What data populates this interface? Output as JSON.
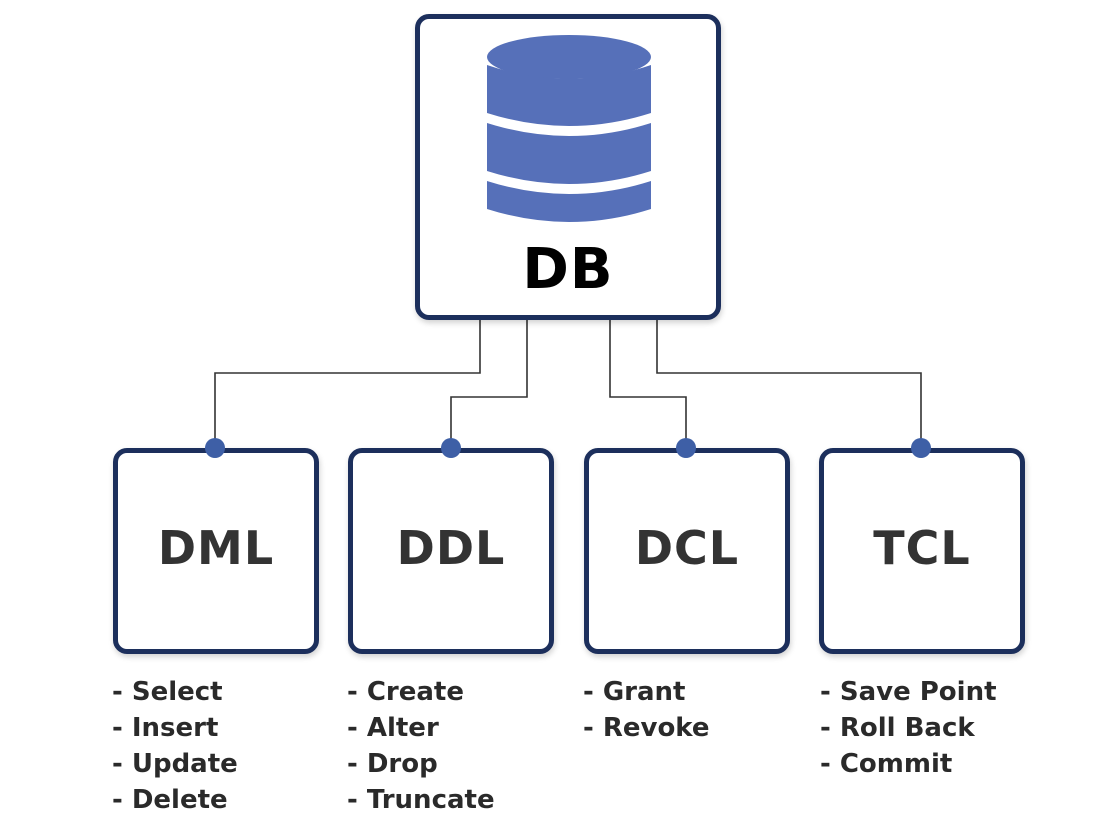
{
  "db": {
    "label": "DB",
    "icon": "database-icon"
  },
  "colors": {
    "box_border": "#1c2f5c",
    "db_icon": "#5670b9",
    "connector_dot": "#3e5fa6",
    "connector_line": "#333333"
  },
  "categories": [
    {
      "label": "DML",
      "commands": [
        "Select",
        "Insert",
        "Update",
        "Delete"
      ]
    },
    {
      "label": "DDL",
      "commands": [
        "Create",
        "Alter",
        "Drop",
        "Truncate"
      ]
    },
    {
      "label": "DCL",
      "commands": [
        "Grant",
        "Revoke"
      ]
    },
    {
      "label": "TCL",
      "commands": [
        "Save Point",
        "Roll Back",
        "Commit"
      ]
    }
  ]
}
